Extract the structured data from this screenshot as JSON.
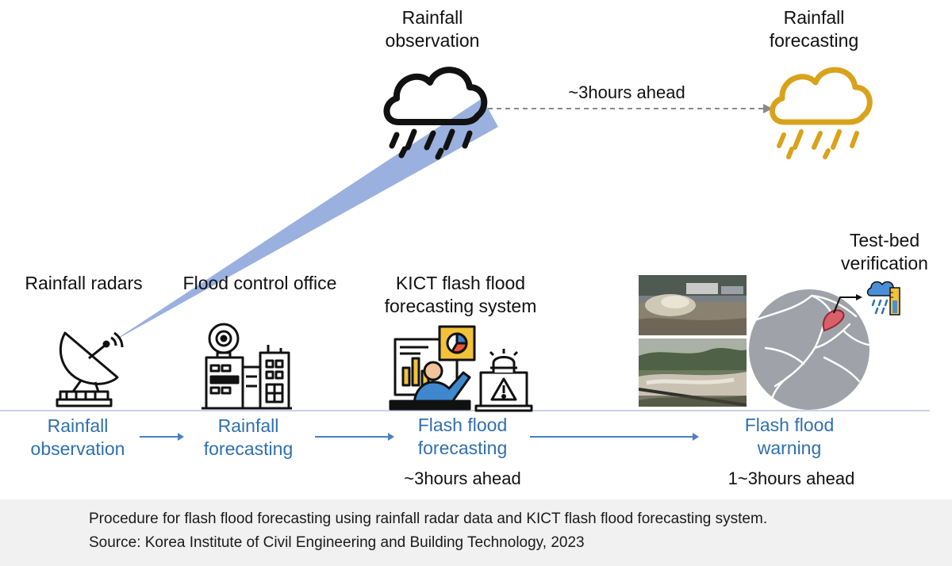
{
  "top": {
    "observation_title": "Rainfall\nobservation",
    "forecasting_title": "Rainfall\nforecasting",
    "ahead_label": "~3hours ahead"
  },
  "nodes": [
    {
      "title": "Rainfall radars",
      "stage": "Rainfall\nobservation",
      "icon": "radar-dish-icon"
    },
    {
      "title": "Flood control office",
      "stage": "Rainfall\nforecasting",
      "icon": "office-building-icon"
    },
    {
      "title": "KICT flash flood\nforecasting system",
      "stage": "Flash flood\nforecasting",
      "icon": "analyst-dashboard-icon"
    },
    {
      "title": "Test-bed\nverification",
      "stage": "Flash flood\nwarning",
      "icon": "watershed-map-icon"
    }
  ],
  "lead_times": {
    "forecasting": "~3hours ahead",
    "warning": "1~3hours ahead"
  },
  "caption": {
    "line1": "Procedure for flash flood forecasting using rainfall radar data and KICT flash flood forecasting system.",
    "line2": "Source: Korea Institute of Civil Engineering and Building Technology, 2023"
  },
  "colors": {
    "stage_blue": "#2f6fae",
    "beam_blue": "#8fa9dc",
    "forecast_gold": "#d9a21b",
    "arrow_blue": "#4a7fc1"
  }
}
